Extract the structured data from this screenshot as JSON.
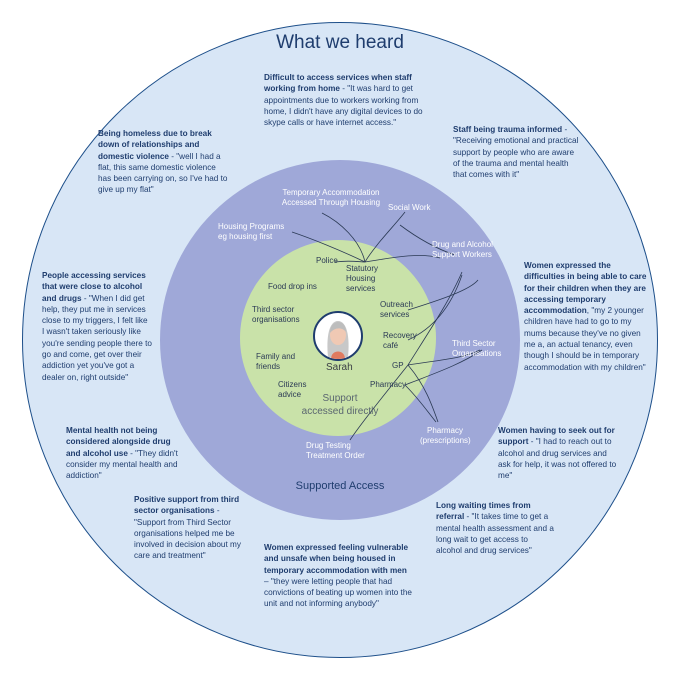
{
  "title": "What we heard",
  "rings": {
    "middle_label": "Supported Access",
    "inner_label": "Support accessed directly",
    "person": "Sarah"
  },
  "quotes": [
    {
      "id": "q1",
      "heading": "Difficult to access services when staff working from home",
      "body": " - \"It was hard to get appointments due to workers working from home, I didn't have any digital devices to do skype calls or have internet access.\""
    },
    {
      "id": "q2",
      "heading": "Being homeless due to break down of relationships and domestic violence",
      "body": " - \"well I had a flat, this same domestic violence has been carrying on, so I've had to give up my flat\""
    },
    {
      "id": "q3",
      "heading": "Staff being trauma informed",
      "body": " - \"Receiving emotional and practical support by people who are aware of the trauma and mental health that comes with it\""
    },
    {
      "id": "q4",
      "heading": "People accessing services that were close to alcohol and drugs",
      "body": " - \"When I did get help, they put me in services close to my triggers, I felt like I wasn't taken seriously like you're sending people there to go and come, get over their addiction yet you've got a dealer on, right outside\""
    },
    {
      "id": "q5",
      "heading": "Women expressed the difficulties in being able to care for their children when they are accessing temporary accommodation",
      "body": ", \"my 2 younger children have had to go to my mums because they've no given me a, an actual tenancy, even though I should be in temporary accommodation with my children\""
    },
    {
      "id": "q6",
      "heading": "Mental health not being considered alongside drug and alcohol use",
      "body": " - \"They didn't consider my mental health and addiction\""
    },
    {
      "id": "q7",
      "heading": "Women having to seek out for support",
      "body": " - \"I had to reach out to alcohol and drug services and ask for help, it was not offered to me\""
    },
    {
      "id": "q8",
      "heading": "Positive support from third sector organisations",
      "body": " - \"Support from Third Sector organisations helped me be involved in decision about my care and treatment\""
    },
    {
      "id": "q9",
      "heading": "Long waiting times from referral",
      "body": " - \"It takes time to get a mental health assessment and a long wait to get access to alcohol and drug services\""
    },
    {
      "id": "q10",
      "heading": "Women expressed feeling vulnerable and unsafe when being housed in temporary accommodation with men",
      "body": " – \"they were letting people that had convictions of beating up women into the unit and not informing anybody\""
    }
  ],
  "supported_services": [
    {
      "id": "s1",
      "text": "Temporary Accommodation Accessed Through Housing"
    },
    {
      "id": "s2",
      "text": "Social Work"
    },
    {
      "id": "s3",
      "text": "Housing Programs eg housing first"
    },
    {
      "id": "s4",
      "text": "Drug and Alcohol Support Workers"
    },
    {
      "id": "s5",
      "text": "Third Sector Organisations"
    },
    {
      "id": "s6",
      "text": "Pharmacy (prescriptions)"
    },
    {
      "id": "s7",
      "text": "Drug Testing Treatment Order"
    }
  ],
  "direct_services": [
    {
      "id": "d1",
      "text": "Police"
    },
    {
      "id": "d2",
      "text": "Food drop ins"
    },
    {
      "id": "d3",
      "text": "Statutory Housing services"
    },
    {
      "id": "d4",
      "text": "Third sector organisations"
    },
    {
      "id": "d5",
      "text": "Outreach services"
    },
    {
      "id": "d6",
      "text": "Recovery café"
    },
    {
      "id": "d7",
      "text": "Family and friends"
    },
    {
      "id": "d8",
      "text": "GP"
    },
    {
      "id": "d9",
      "text": "Pharmacy"
    },
    {
      "id": "d10",
      "text": "Citizens advice"
    }
  ],
  "colors": {
    "outer": "#d8e6f6",
    "middle": "#9fa8d8",
    "inner": "#c9e2a9",
    "text": "#1f3d6e"
  }
}
